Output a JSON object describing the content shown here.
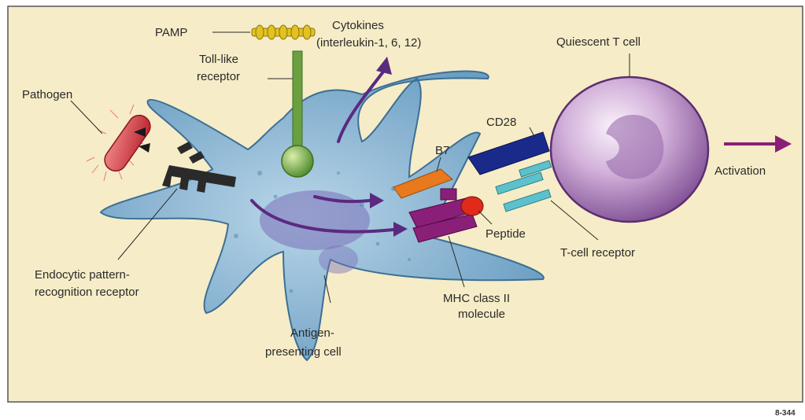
{
  "labels": {
    "pamp": "PAMP",
    "cytokines_line1": "Cytokines",
    "cytokines_line2": "(interleukin-1, 6, 12)",
    "quiescent_t_cell": "Quiescent T cell",
    "toll_line1": "Toll-like",
    "toll_line2": "receptor",
    "pathogen": "Pathogen",
    "cd28": "CD28",
    "b7": "B7",
    "activation": "Activation",
    "peptide": "Peptide",
    "t_cell_receptor": "T-cell receptor",
    "endocytic_line1": "Endocytic pattern-",
    "endocytic_line2": "recognition receptor",
    "mhc_line1": "MHC class II",
    "mhc_line2": "molecule",
    "apc_line1": "Antigen-",
    "apc_line2": "presenting cell"
  },
  "footer": {
    "code": "8-344"
  },
  "colors": {
    "background": "#f6ecc7",
    "apc_cell": "#7fb0d0",
    "t_cell": "#b48ac4",
    "toll_receptor": "#6aa040",
    "pathogen": "#d8404a",
    "b7": "#e8791e",
    "cd28": "#1a2a8a",
    "mhc": "#8a1f78",
    "tcr": "#5cc1cc",
    "arrow": "#5a2a80"
  }
}
